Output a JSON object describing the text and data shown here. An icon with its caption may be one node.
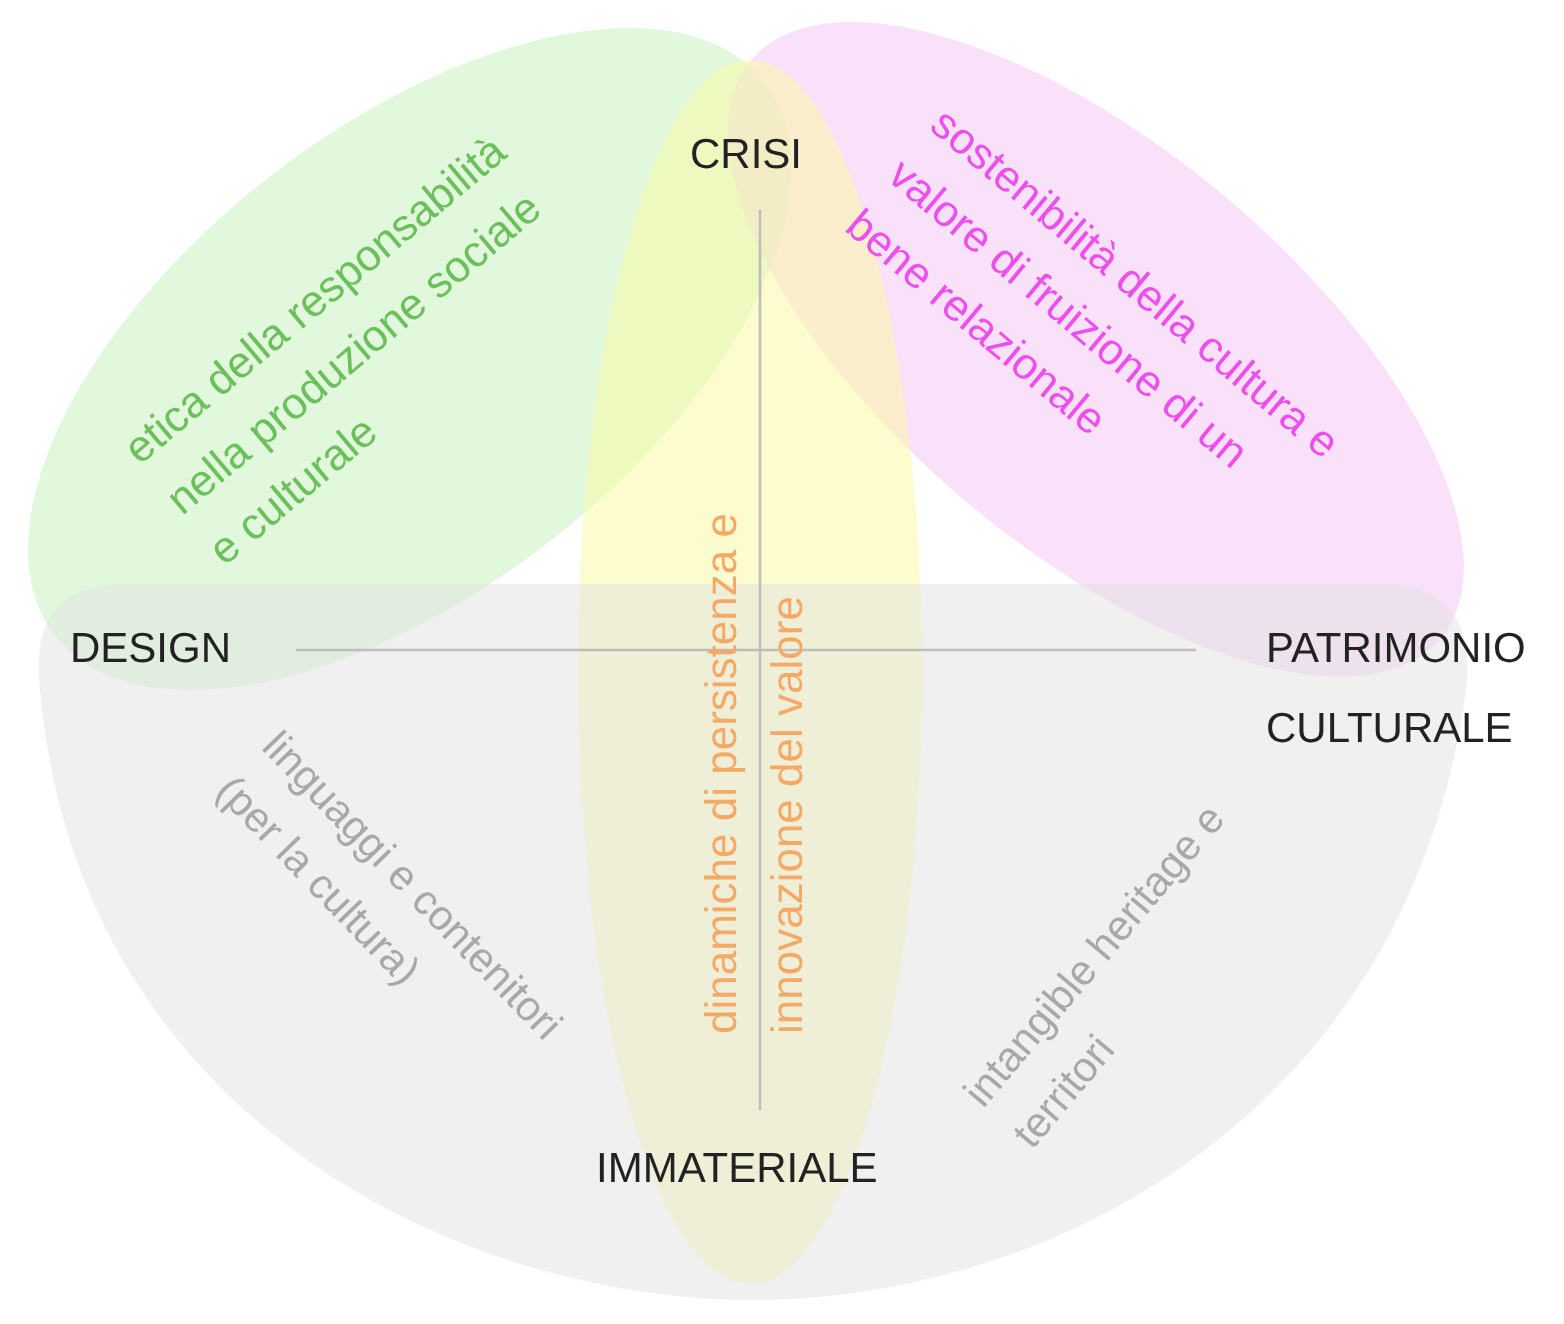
{
  "diagram": {
    "nodes": [
      {
        "text": [
          "etica della responsabilità nella produzione sociale e culturale"
        ]
      },
      {
        "text": [
          "sostenibilità della cultura e valore di fruizione di un bene relazionale"
        ]
      },
      {
        "text": [
          "dinamiche di persistenza e innovazione del valore"
        ]
      },
      {
        "text": [
          "linguaggi e contenitori (per la cultura)",
          "intangible heritage e territori"
        ]
      }
    ],
    "labels": [
      "CRISI",
      "DESIGN",
      "PATRIMONIO CULTURALE",
      "IMMATERIALE"
    ]
  }
}
